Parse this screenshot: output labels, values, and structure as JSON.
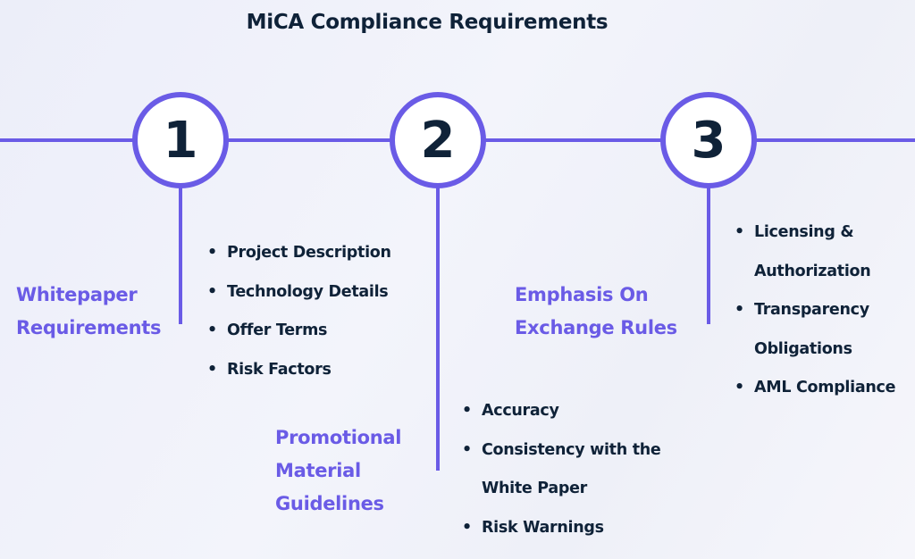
{
  "title": "MiCA Compliance Requirements",
  "colors": {
    "accent": "#6a5be6",
    "text": "#0f2238"
  },
  "steps": [
    {
      "number": "1",
      "heading": [
        "Whitepaper",
        "Requirements"
      ],
      "bullets": [
        "Project Description",
        "Technology Details",
        "Offer Terms",
        "Risk Factors"
      ]
    },
    {
      "number": "2",
      "heading": [
        "Promotional",
        "Material",
        "Guidelines"
      ],
      "bullets": [
        "Accuracy",
        "Consistency with the",
        "White Paper",
        "Risk Warnings"
      ]
    },
    {
      "number": "3",
      "heading": [
        "Emphasis On",
        "Exchange Rules"
      ],
      "bullets": [
        "Licensing &",
        "Authorization",
        "Transparency",
        "Obligations",
        "AML Compliance"
      ]
    }
  ]
}
